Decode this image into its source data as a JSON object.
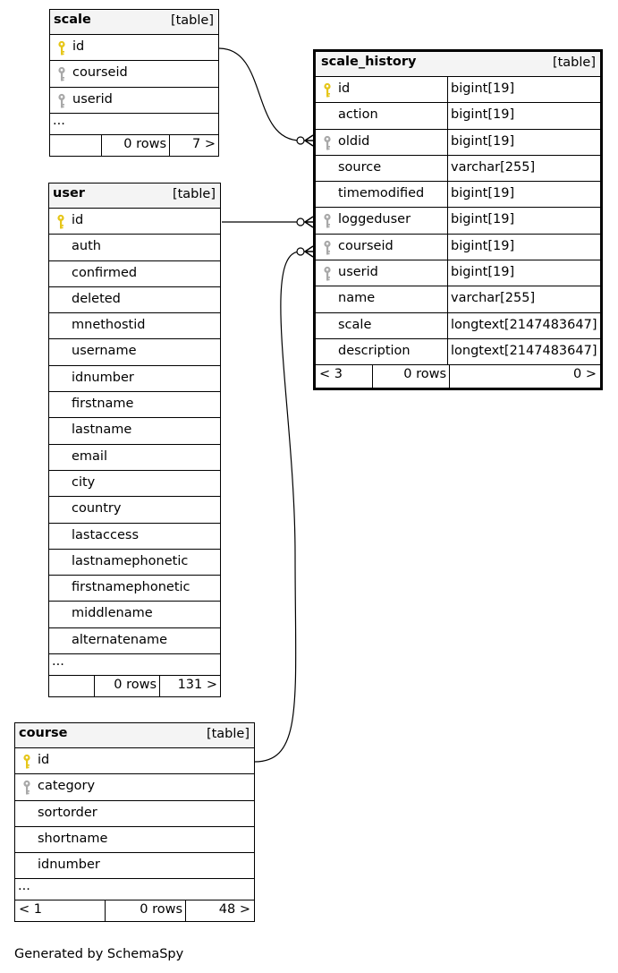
{
  "tables": {
    "scale": {
      "name": "scale",
      "type": "[table]",
      "columns": [
        {
          "name": "id",
          "key": "primary"
        },
        {
          "name": "courseid",
          "key": "foreign"
        },
        {
          "name": "userid",
          "key": "foreign"
        }
      ],
      "more": "...",
      "footer": {
        "left": "",
        "rows": "0 rows",
        "right": "7 >"
      }
    },
    "user": {
      "name": "user",
      "type": "[table]",
      "columns": [
        {
          "name": "id",
          "key": "primary"
        },
        {
          "name": "auth",
          "key": "none"
        },
        {
          "name": "confirmed",
          "key": "none"
        },
        {
          "name": "deleted",
          "key": "none"
        },
        {
          "name": "mnethostid",
          "key": "none"
        },
        {
          "name": "username",
          "key": "none"
        },
        {
          "name": "idnumber",
          "key": "none"
        },
        {
          "name": "firstname",
          "key": "none"
        },
        {
          "name": "lastname",
          "key": "none"
        },
        {
          "name": "email",
          "key": "none"
        },
        {
          "name": "city",
          "key": "none"
        },
        {
          "name": "country",
          "key": "none"
        },
        {
          "name": "lastaccess",
          "key": "none"
        },
        {
          "name": "lastnamephonetic",
          "key": "none"
        },
        {
          "name": "firstnamephonetic",
          "key": "none"
        },
        {
          "name": "middlename",
          "key": "none"
        },
        {
          "name": "alternatename",
          "key": "none"
        }
      ],
      "more": "...",
      "footer": {
        "left": "",
        "rows": "0 rows",
        "right": "131 >"
      }
    },
    "course": {
      "name": "course",
      "type": "[table]",
      "columns": [
        {
          "name": "id",
          "key": "primary"
        },
        {
          "name": "category",
          "key": "foreign"
        },
        {
          "name": "sortorder",
          "key": "none"
        },
        {
          "name": "shortname",
          "key": "none"
        },
        {
          "name": "idnumber",
          "key": "none"
        }
      ],
      "more": "...",
      "footer": {
        "left": "< 1",
        "rows": "0 rows",
        "right": "48 >"
      }
    },
    "scale_history": {
      "name": "scale_history",
      "type": "[table]",
      "columns": [
        {
          "name": "id",
          "type": "bigint[19]",
          "key": "primary"
        },
        {
          "name": "action",
          "type": "bigint[19]",
          "key": "none"
        },
        {
          "name": "oldid",
          "type": "bigint[19]",
          "key": "foreign"
        },
        {
          "name": "source",
          "type": "varchar[255]",
          "key": "none"
        },
        {
          "name": "timemodified",
          "type": "bigint[19]",
          "key": "none"
        },
        {
          "name": "loggeduser",
          "type": "bigint[19]",
          "key": "foreign"
        },
        {
          "name": "courseid",
          "type": "bigint[19]",
          "key": "foreign"
        },
        {
          "name": "userid",
          "type": "bigint[19]",
          "key": "foreign"
        },
        {
          "name": "name",
          "type": "varchar[255]",
          "key": "none"
        },
        {
          "name": "scale",
          "type": "longtext[2147483647]",
          "key": "none"
        },
        {
          "name": "description",
          "type": "longtext[2147483647]",
          "key": "none"
        }
      ],
      "footer": {
        "left": "< 3",
        "rows": "0 rows",
        "right": "0 >"
      }
    }
  },
  "relationships": [
    {
      "from": "scale_history.oldid",
      "to": "scale.id"
    },
    {
      "from": "scale_history.loggeduser",
      "to": "user.id"
    },
    {
      "from": "scale_history.courseid",
      "to": "course.id"
    }
  ],
  "colors": {
    "primary_key": "#e6c619",
    "foreign_key": "#a8a8a8",
    "header_bg": "#f4f4f4"
  },
  "generated_by": "Generated by SchemaSpy"
}
